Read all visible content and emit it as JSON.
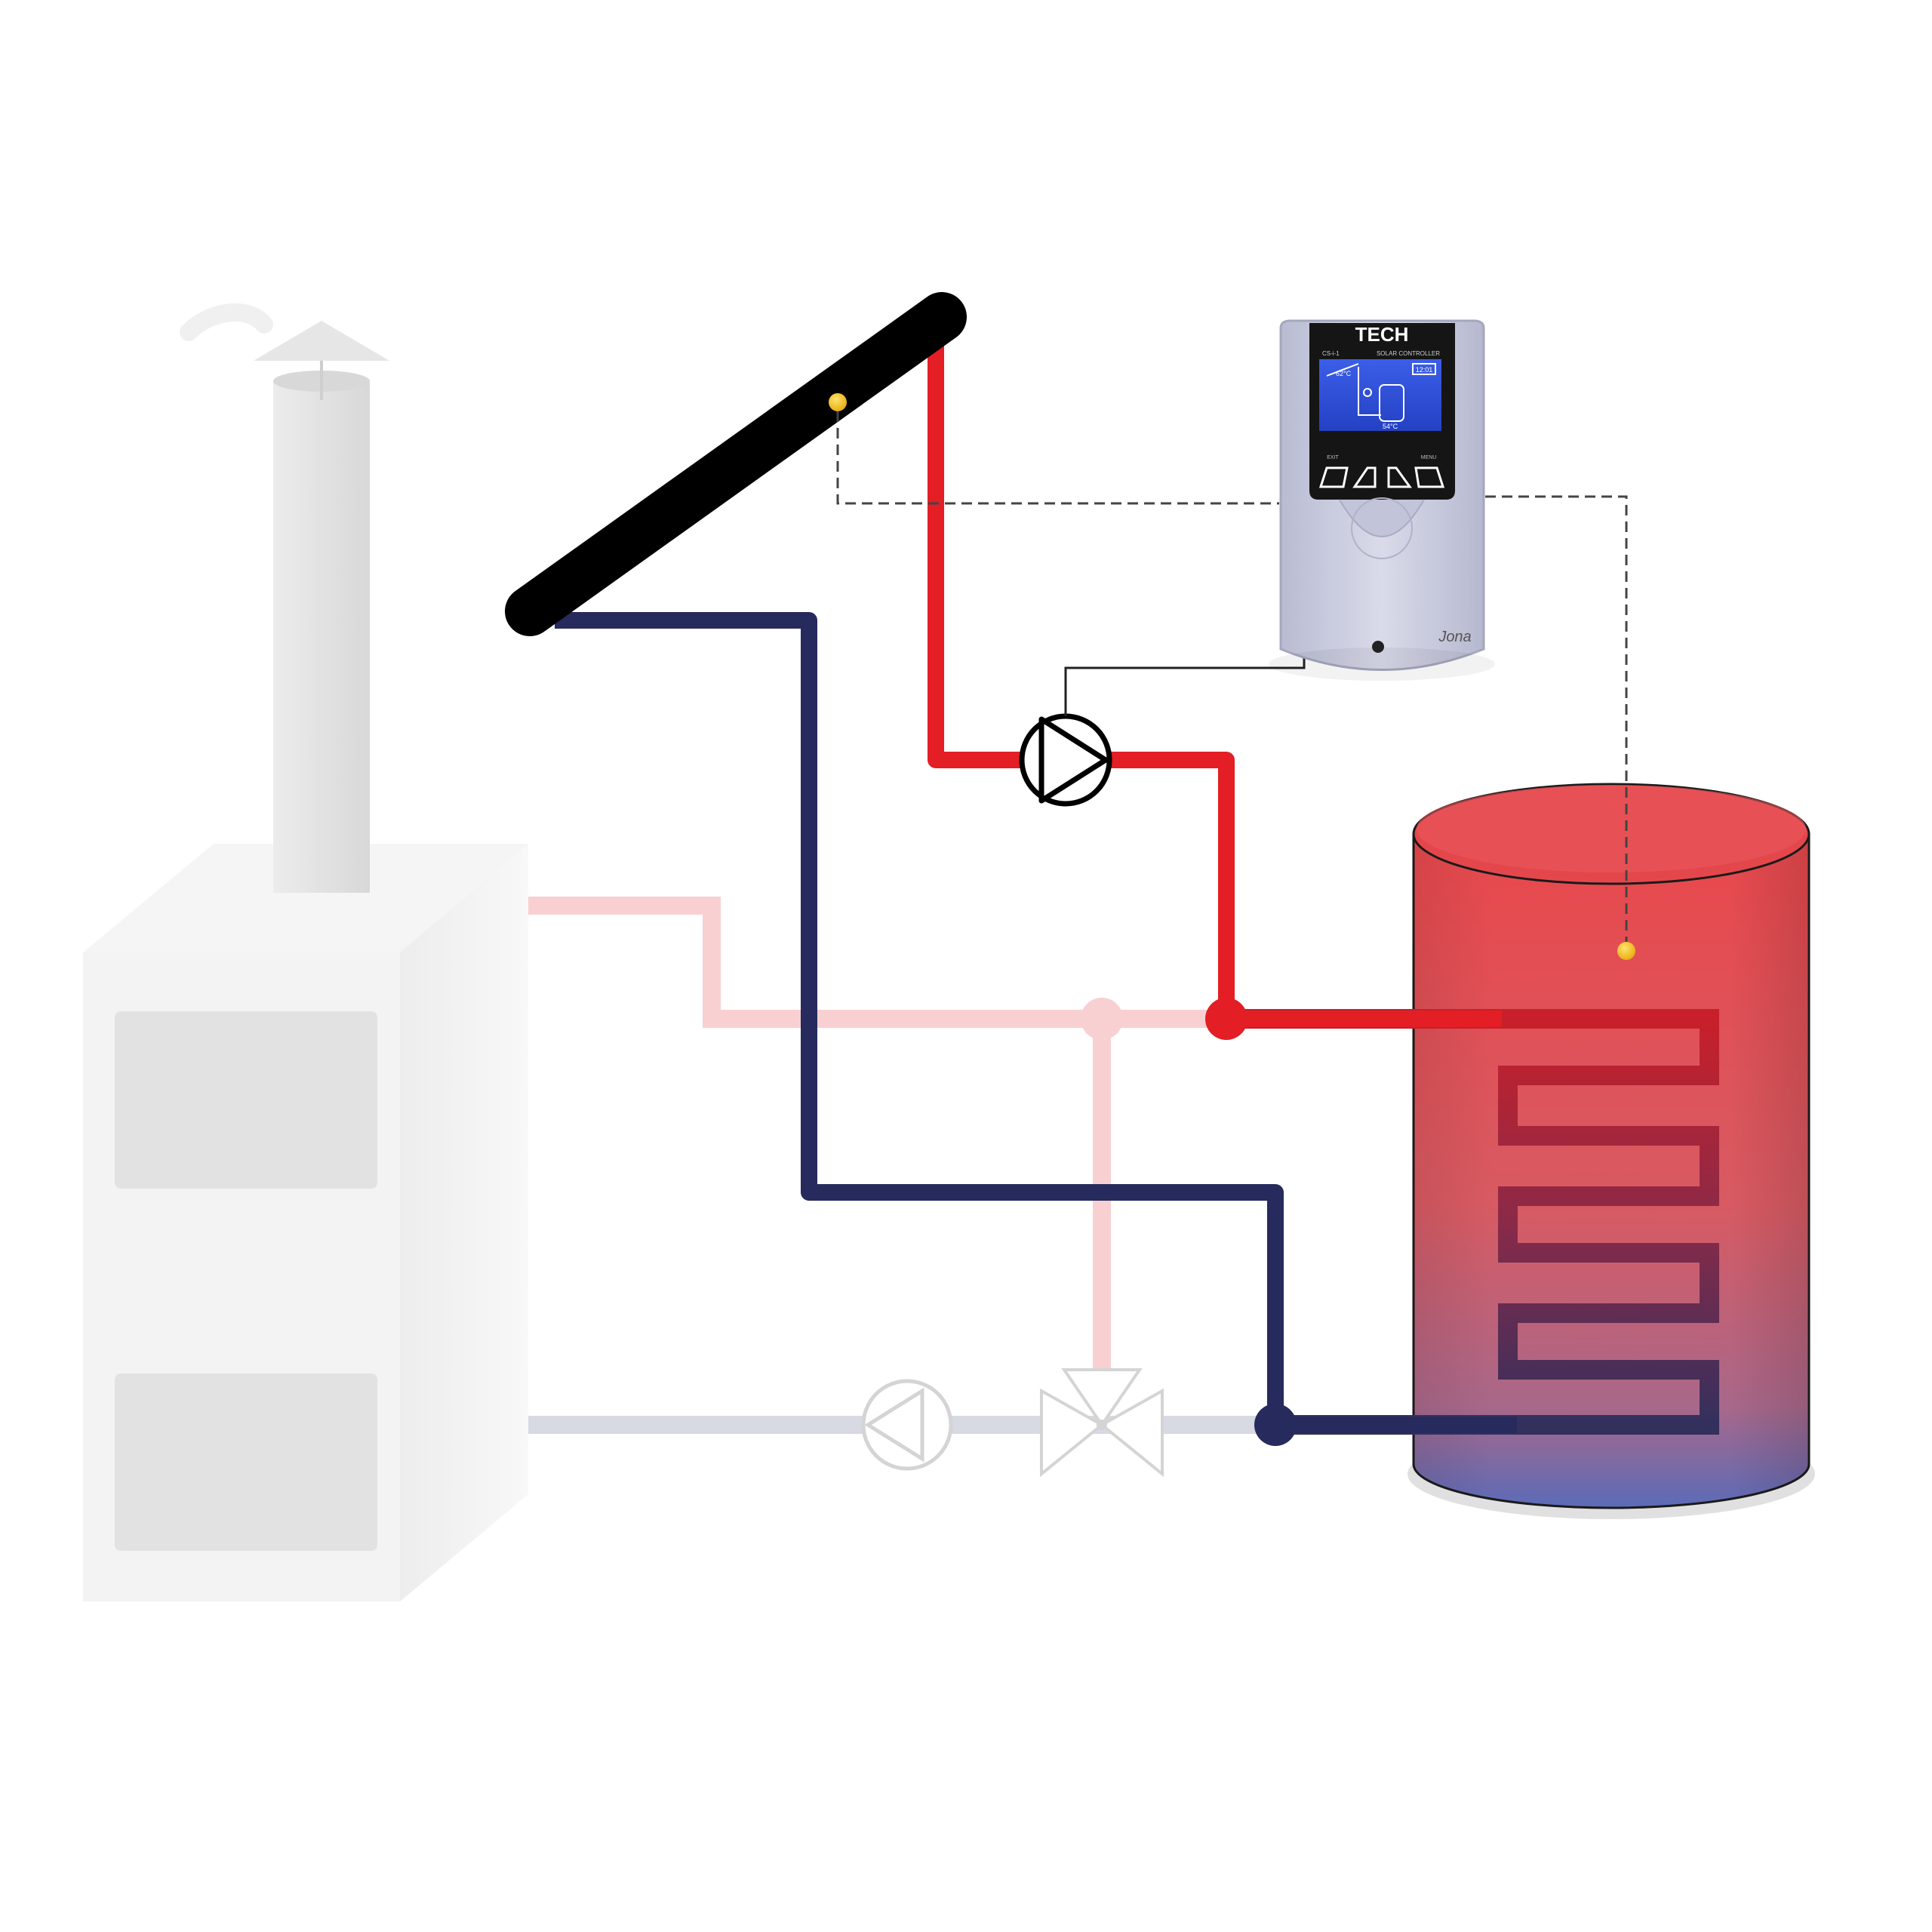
{
  "controller": {
    "brand": "TECH",
    "screen_header_left": "CS-i-1",
    "screen_header_right": "SOLAR CONTROLLER",
    "screen_temp_1": "62°C",
    "screen_temp_2": "54°C",
    "screen_time": "12:01",
    "button_left_label": "EXIT",
    "button_right_label": "MENU",
    "signature": "Jona"
  },
  "colors": {
    "hot_pipe": "#e31e24",
    "cold_pipe": "#272a5c",
    "faded_hot_pipe": "#f9d0d2",
    "faded_cold_pipe": "#d7d9e3",
    "collector": "#000000",
    "sensor": "#f6c21c",
    "tank_top": "#e8484c",
    "tank_bottom": "#5b6bb8",
    "controller_body": "#c9cbe0",
    "controller_screen": "#2d4fd6"
  },
  "components": [
    "boiler-icon",
    "chimney-icon",
    "solar-collector-icon",
    "solar-pump-icon",
    "boiler-pump-icon",
    "three-way-valve-icon",
    "hot-water-tank-icon",
    "heat-exchanger-coil-icon",
    "collector-sensor-icon",
    "tank-sensor-icon",
    "solar-controller-icon"
  ]
}
